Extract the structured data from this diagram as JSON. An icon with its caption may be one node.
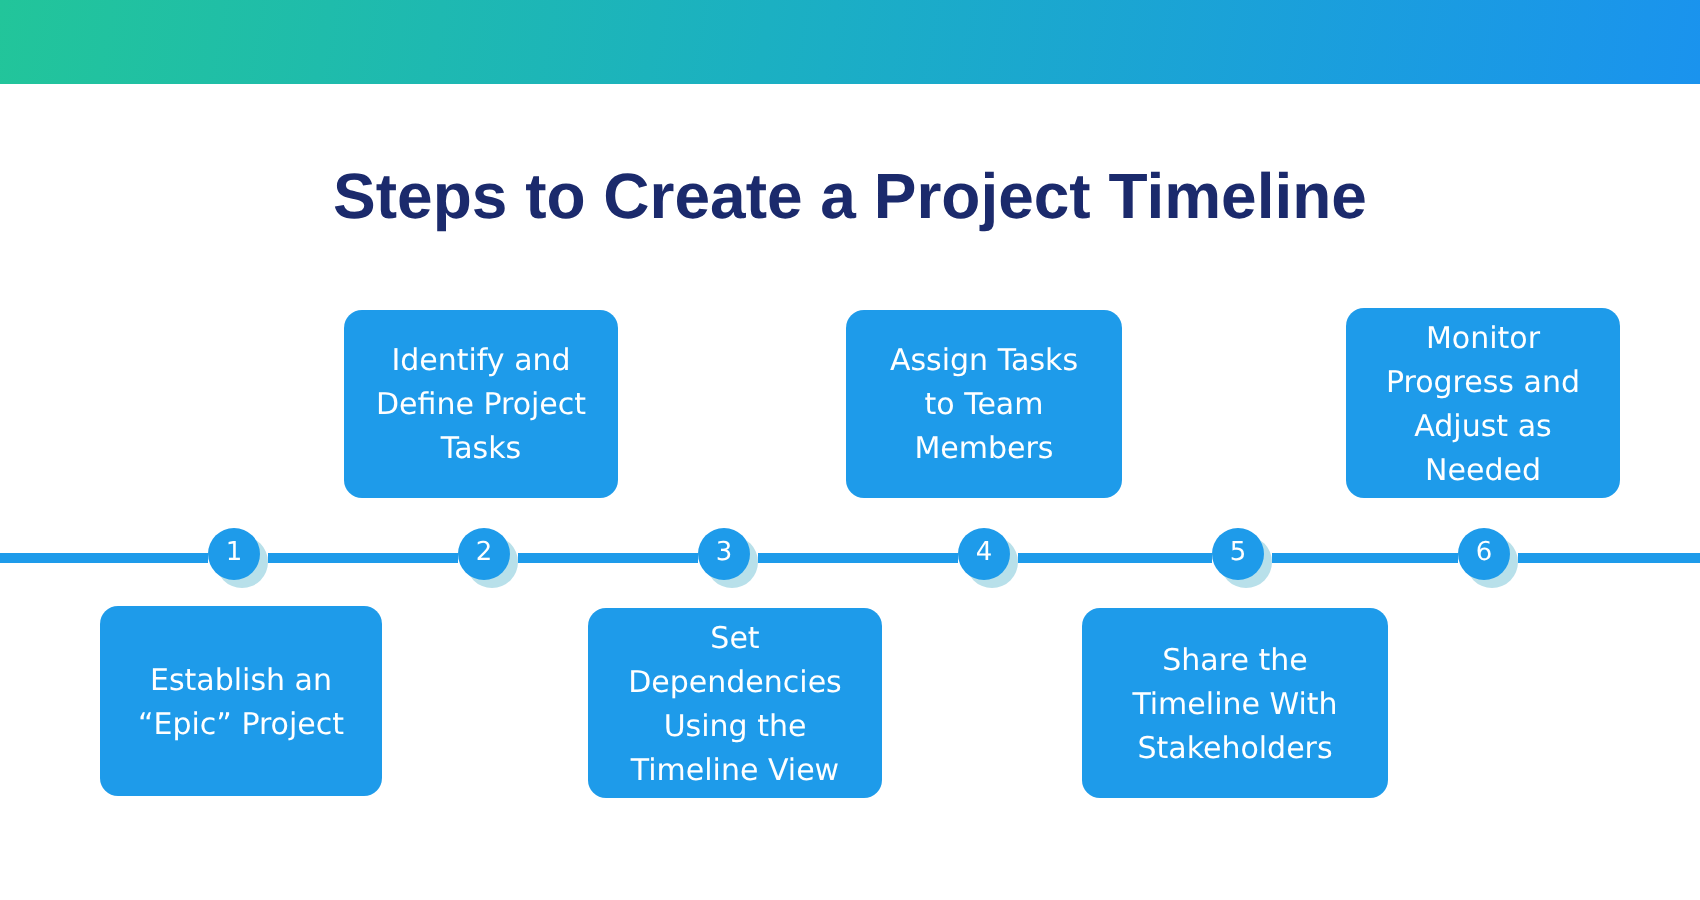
{
  "diagram": {
    "title": "Steps to Create a Project Timeline",
    "nodes": [
      {
        "text": [
          "Establish an “Epic” Project"
        ]
      },
      {
        "text": [
          "Identify and Define Project Tasks"
        ]
      },
      {
        "text": [
          "Set Dependencies Using the Timeline View"
        ]
      },
      {
        "text": [
          "Assign Tasks to Team Members"
        ]
      },
      {
        "text": [
          "Share the Timeline With Stakeholders"
        ]
      },
      {
        "text": [
          "Monitor Progress and Adjust as Needed"
        ]
      },
      {
        "text": [
          "1"
        ]
      },
      {
        "text": [
          "2"
        ]
      },
      {
        "text": [
          "3"
        ]
      },
      {
        "text": [
          "4"
        ]
      },
      {
        "text": [
          "5"
        ]
      },
      {
        "text": [
          "6"
        ]
      }
    ],
    "edges": [
      {
        "from": null,
        "to": 6,
        "arrow": "none"
      },
      {
        "from": 6,
        "to": 7,
        "arrow": "none"
      },
      {
        "from": 7,
        "to": 8,
        "arrow": "none"
      },
      {
        "from": 8,
        "to": 9,
        "arrow": "none"
      },
      {
        "from": 9,
        "to": 10,
        "arrow": "none"
      },
      {
        "from": 10,
        "to": 11,
        "arrow": "none"
      },
      {
        "from": 11,
        "to": null,
        "arrow": "none"
      }
    ]
  }
}
